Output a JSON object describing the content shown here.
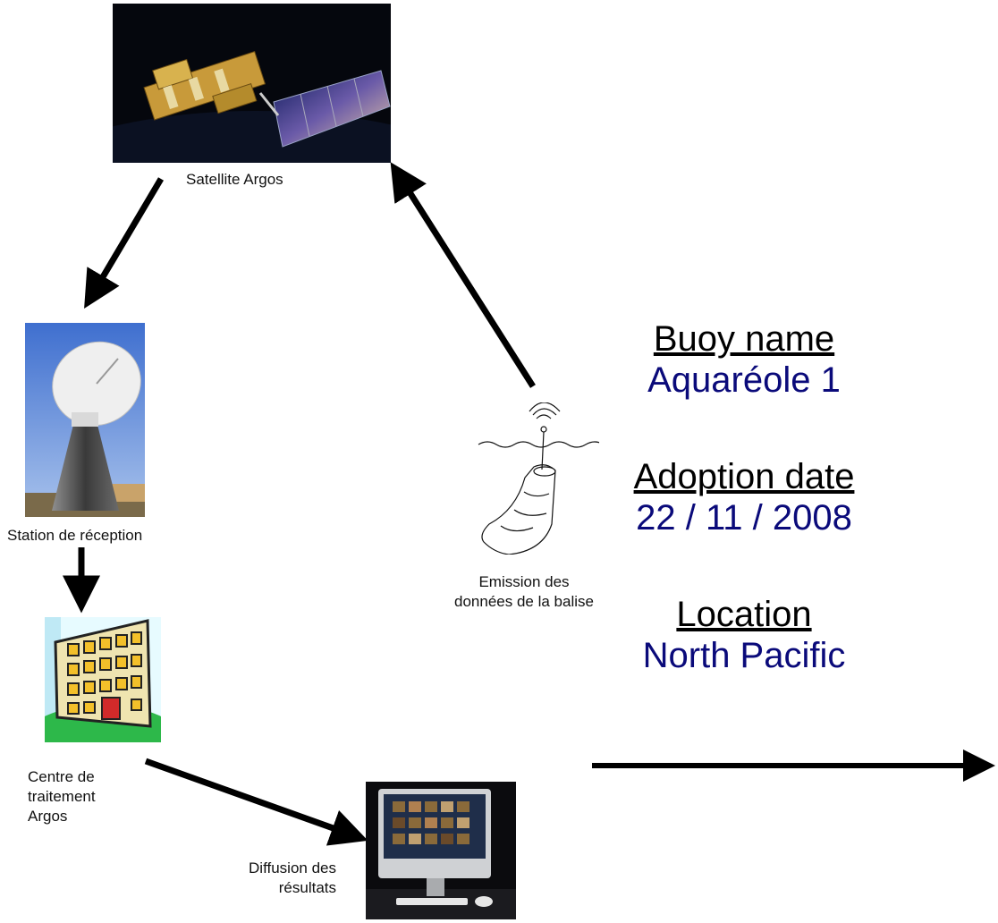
{
  "nodes": {
    "satellite": {
      "label": "Satellite Argos"
    },
    "station": {
      "label": "Station de réception"
    },
    "centre": {
      "label_lines": [
        "Centre de",
        "traitement",
        "Argos"
      ]
    },
    "diffusion": {
      "label_lines": [
        "Diffusion des",
        "résultats"
      ]
    },
    "buoy": {
      "label_lines": [
        "Emission des",
        "données de la balise"
      ]
    }
  },
  "info": {
    "buoy_name": {
      "heading": "Buoy name",
      "value": "Aquaréole 1"
    },
    "adoption_date": {
      "heading": "Adoption date",
      "value": "22 / 11 / 2008"
    },
    "location": {
      "heading": "Location",
      "value": "North Pacific"
    }
  },
  "colors": {
    "value_text": "#0a0a7a",
    "arrow": "#000000"
  }
}
